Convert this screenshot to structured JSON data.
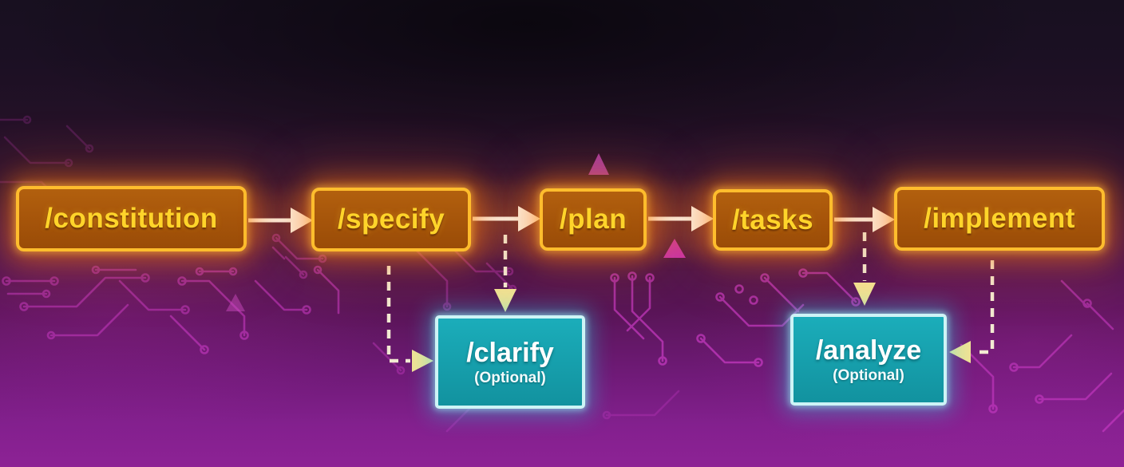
{
  "diagram": {
    "nodes": [
      {
        "id": "constitution",
        "label": "/constitution",
        "type": "main"
      },
      {
        "id": "specify",
        "label": "/specify",
        "type": "main"
      },
      {
        "id": "plan",
        "label": "/plan",
        "type": "main"
      },
      {
        "id": "tasks",
        "label": "/tasks",
        "type": "main"
      },
      {
        "id": "implement",
        "label": "/implement",
        "type": "main"
      },
      {
        "id": "clarify",
        "label": "/clarify",
        "sublabel": "(Optional)",
        "type": "optional"
      },
      {
        "id": "analyze",
        "label": "/analyze",
        "sublabel": "(Optional)",
        "type": "optional"
      }
    ],
    "edges": [
      {
        "from": "constitution",
        "to": "specify",
        "style": "solid"
      },
      {
        "from": "specify",
        "to": "plan",
        "style": "solid"
      },
      {
        "from": "plan",
        "to": "tasks",
        "style": "solid"
      },
      {
        "from": "tasks",
        "to": "implement",
        "style": "solid"
      },
      {
        "from": "specify",
        "to": "clarify",
        "style": "dashed",
        "entry": "top"
      },
      {
        "from": "specify",
        "to": "clarify",
        "style": "dashed",
        "entry": "left"
      },
      {
        "from": "tasks",
        "to": "analyze",
        "style": "dashed",
        "entry": "top"
      },
      {
        "from": "implement",
        "to": "analyze",
        "style": "dashed",
        "entry": "right"
      }
    ],
    "colors": {
      "main_box_fill": "#a5540a",
      "main_box_border": "#ffbd2d",
      "main_box_text": "#ffd42a",
      "optional_box_fill": "#14a0ae",
      "optional_box_border": "#cdf4f6",
      "optional_box_text": "#ffffff",
      "solid_arrow": "#f9f5ec",
      "dashed_arrow": "#f2ead2",
      "dashed_arrowhead": "#f3e394",
      "background_bottom": "#8d2295",
      "background_top": "#181020",
      "circuit_trace": "#d940d2"
    }
  }
}
